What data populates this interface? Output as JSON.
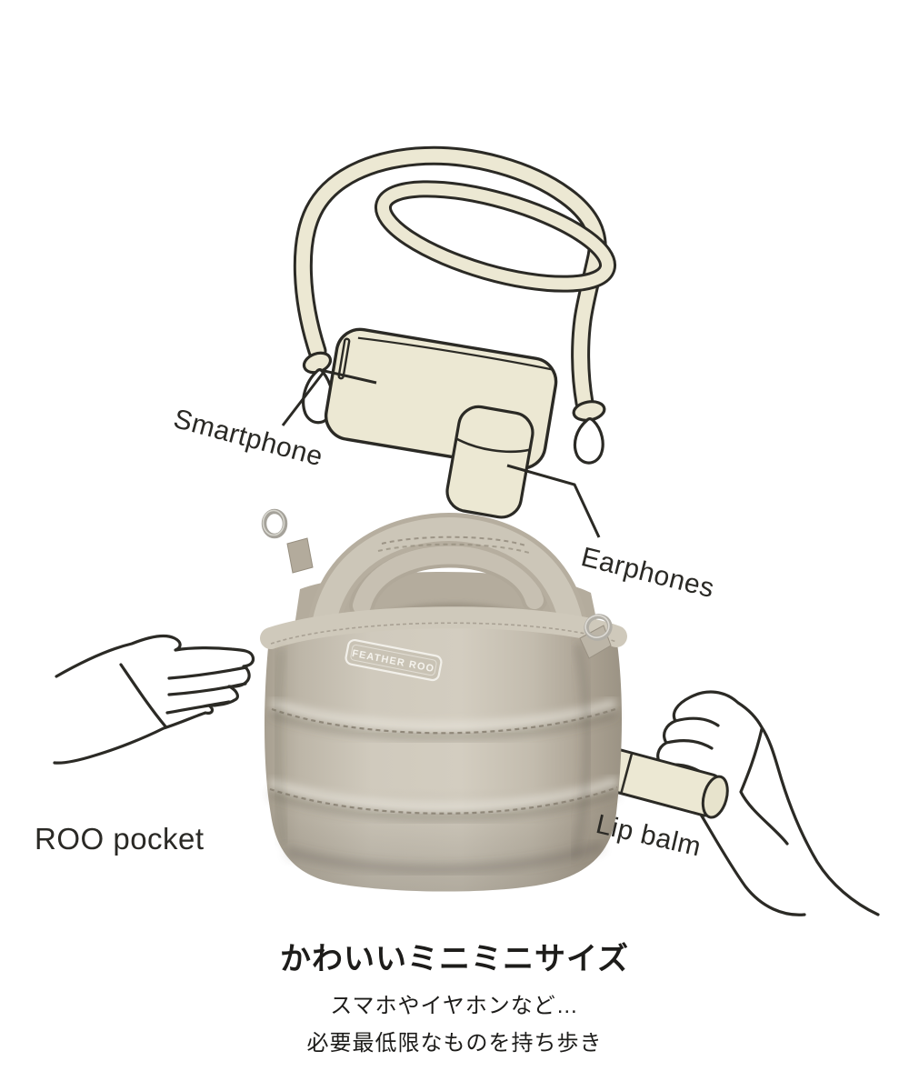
{
  "illustration": {
    "labels": {
      "smartphone": "Smartphone",
      "earphones": "Earphones",
      "roo_pocket": "ROO pocket",
      "lip_balm": "Lip balm"
    }
  },
  "bag": {
    "label_text": "FEATHER ROO"
  },
  "caption": {
    "title": "かわいいミニミニサイズ",
    "line1": "スマホやイヤホンなど…",
    "line2": "必要最低限なものを持ち歩き"
  },
  "colors": {
    "illustration_cream": "#ECE8D3",
    "illustration_outline": "#2B2A25",
    "bag_base": "#C7C0B2",
    "bag_shadow": "#A49C8D",
    "text": "#1D1C1A"
  }
}
